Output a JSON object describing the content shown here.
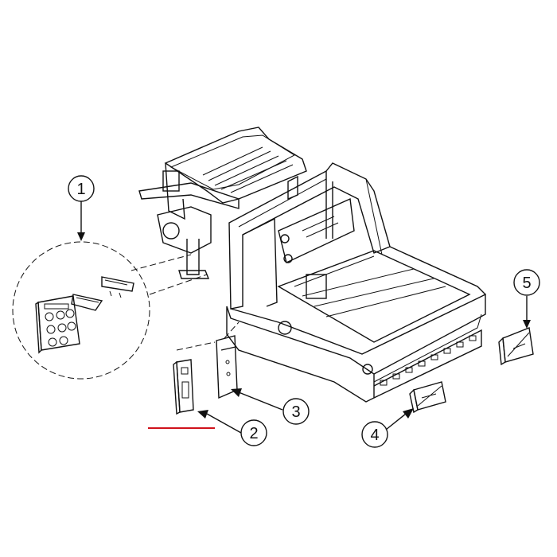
{
  "diagram": {
    "callouts": [
      {
        "id": "1",
        "label": "1",
        "highlighted": false
      },
      {
        "id": "2",
        "label": "2",
        "highlighted": true
      },
      {
        "id": "3",
        "label": "3",
        "highlighted": false
      },
      {
        "id": "4",
        "label": "4",
        "highlighted": false
      },
      {
        "id": "5",
        "label": "5",
        "highlighted": false
      }
    ],
    "highlight_color": "#f2ef1e",
    "marker_color": "#d0121b"
  }
}
